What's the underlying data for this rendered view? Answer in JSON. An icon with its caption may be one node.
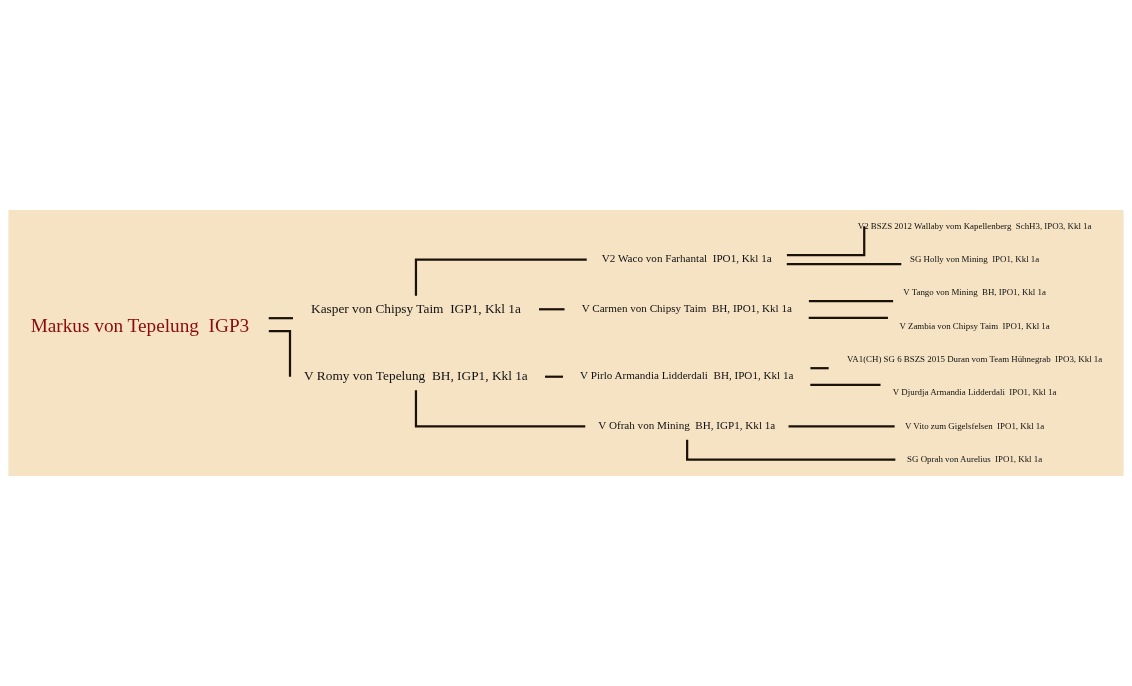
{
  "diagram": {
    "nodes": [
      {
        "text": [
          "V2 BSZS 2012 Wallaby vom Kapellenberg  SchH3, IPO3, Kkl 1a"
        ]
      },
      {
        "text": [
          "V2 Waco von Farhantal  IPO1, Kkl 1a"
        ]
      },
      {
        "text": [
          "SG Holly von Mining  IPO1, Kkl 1a"
        ]
      },
      {
        "text": [
          "Kasper von Chipsy Taim  IGP1, Kkl 1a"
        ]
      },
      {
        "text": [
          "V Tango von Mining  BH, IPO1, Kkl 1a"
        ]
      },
      {
        "text": [
          "V Carmen von Chipsy Taim  BH, IPO1, Kkl 1a"
        ]
      },
      {
        "text": [
          "V Zambia von Chipsy Taim  IPO1, Kkl 1a"
        ]
      },
      {
        "text": [
          "Markus von Tepelung  IGP3"
        ]
      },
      {
        "text": [
          "VA1(CH) SG 6 BSZS 2015 Duran vom Team Hühnegrab  IPO3, Kkl 1a"
        ]
      },
      {
        "text": [
          "V Pirlo Armandia Lidderdali  BH, IPO1, Kkl 1a"
        ]
      },
      {
        "text": [
          "V Djurdja Armandia Lidderdali  IPO1, Kkl 1a"
        ]
      },
      {
        "text": [
          "V Romy von Tepelung  BH, IGP1, Kkl 1a"
        ]
      },
      {
        "text": [
          "V Vito zum Gigelsfelsen  IPO1, Kkl 1a"
        ]
      },
      {
        "text": [
          "V Ofrah von Mining  BH, IGP1, Kkl 1a"
        ]
      },
      {
        "text": [
          "SG Oprah von Aurelius  IPO1, Kkl 1a"
        ]
      }
    ],
    "edges": [
      {
        "from": 7,
        "to": 3,
        "arrow": "none"
      },
      {
        "from": 7,
        "to": 11,
        "arrow": "none"
      },
      {
        "from": 3,
        "to": 1,
        "arrow": "none"
      },
      {
        "from": 3,
        "to": 5,
        "arrow": "none"
      },
      {
        "from": 1,
        "to": 0,
        "arrow": "none"
      },
      {
        "from": 1,
        "to": 2,
        "arrow": "none"
      },
      {
        "from": 5,
        "to": 4,
        "arrow": "none"
      },
      {
        "from": 5,
        "to": 6,
        "arrow": "none"
      },
      {
        "from": 11,
        "to": 9,
        "arrow": "none"
      },
      {
        "from": 11,
        "to": 13,
        "arrow": "none"
      },
      {
        "from": 9,
        "to": 8,
        "arrow": "none"
      },
      {
        "from": 9,
        "to": 10,
        "arrow": "none"
      },
      {
        "from": 13,
        "to": 12,
        "arrow": "none"
      },
      {
        "from": 13,
        "to": 14,
        "arrow": "none"
      }
    ]
  }
}
